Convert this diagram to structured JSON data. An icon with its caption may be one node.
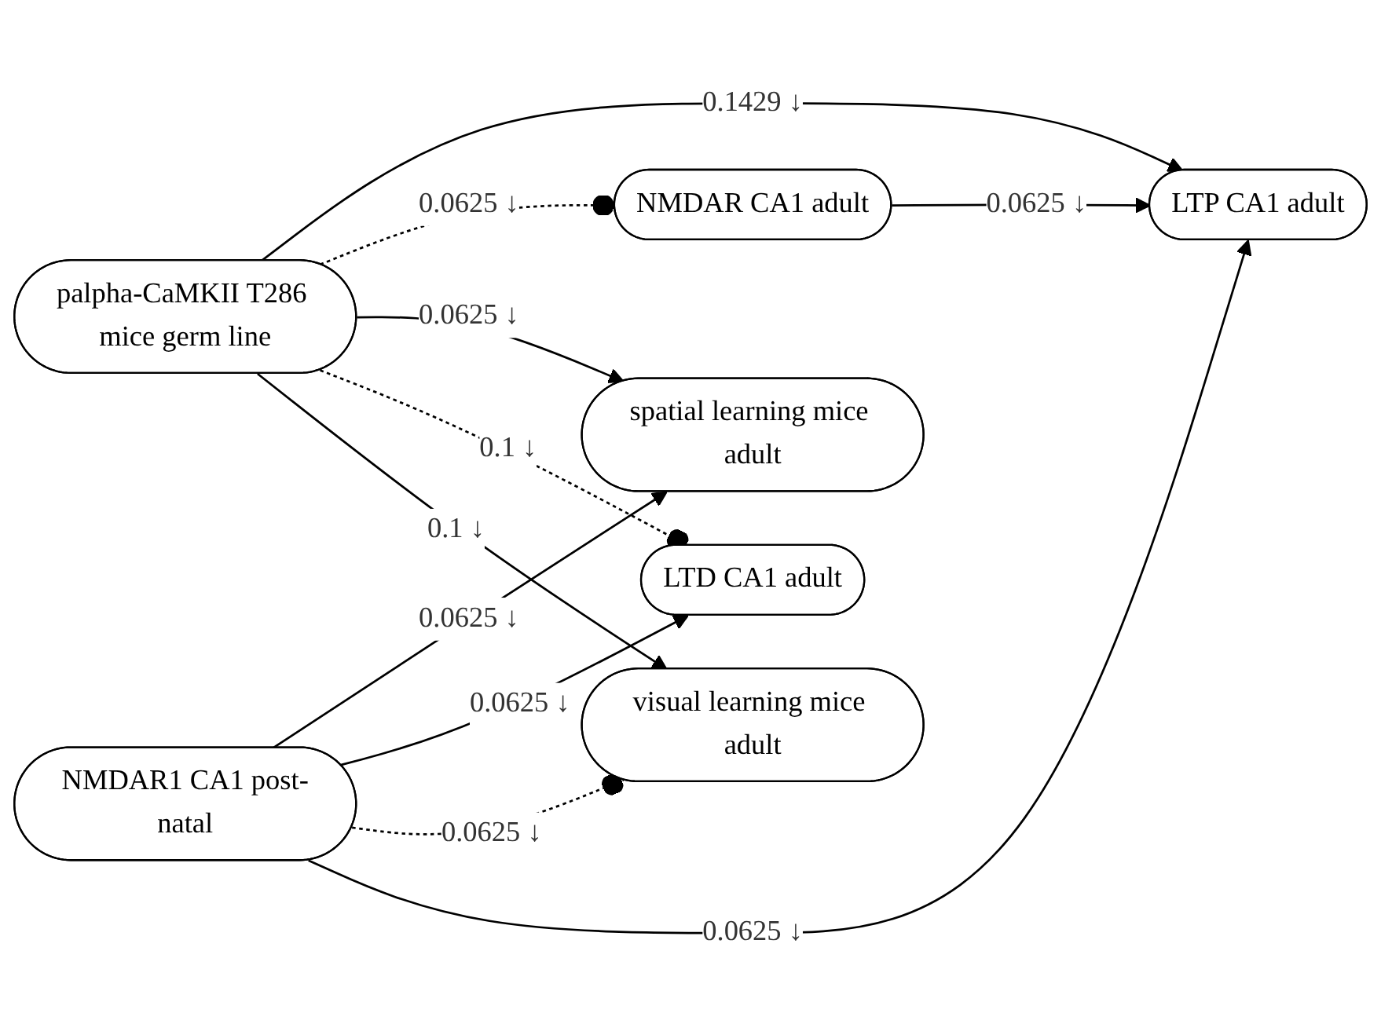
{
  "diagram": {
    "nodes": [
      {
        "text": [
          "palpha-CaMKII T286 mice germ line"
        ]
      },
      {
        "text": [
          "NMDAR CA1 adult"
        ]
      },
      {
        "text": [
          "LTP CA1 adult"
        ]
      },
      {
        "text": [
          "spatial learning mice adult"
        ]
      },
      {
        "text": [
          "LTD CA1 adult"
        ]
      },
      {
        "text": [
          "NMDAR1 CA1 post-natal"
        ]
      },
      {
        "text": [
          "visual learning mice adult"
        ]
      }
    ],
    "edges": [
      {
        "from": 0,
        "to": 2,
        "arrow": "to",
        "label": "0.1429 ↓"
      },
      {
        "from": 1,
        "to": 2,
        "arrow": "to",
        "label": "0.0625 ↓"
      },
      {
        "from": 0,
        "to": 1,
        "arrow": "other",
        "style": "dashed",
        "label": "0.0625 ↓"
      },
      {
        "from": 0,
        "to": 3,
        "arrow": "to",
        "label": "0.0625 ↓"
      },
      {
        "from": 0,
        "to": 4,
        "arrow": "other",
        "style": "dashed",
        "label": "0.1 ↓"
      },
      {
        "from": 5,
        "to": 3,
        "arrow": "to",
        "label": "0.0625 ↓"
      },
      {
        "from": 0,
        "to": 6,
        "arrow": "to",
        "label": "0.1 ↓"
      },
      {
        "from": 5,
        "to": 4,
        "arrow": "to",
        "label": "0.0625 ↓"
      },
      {
        "from": 5,
        "to": 6,
        "arrow": "other",
        "style": "dashed",
        "label": "0.0625 ↓"
      },
      {
        "from": 5,
        "to": 2,
        "arrow": "to",
        "label": "0.0625 ↓"
      }
    ]
  }
}
